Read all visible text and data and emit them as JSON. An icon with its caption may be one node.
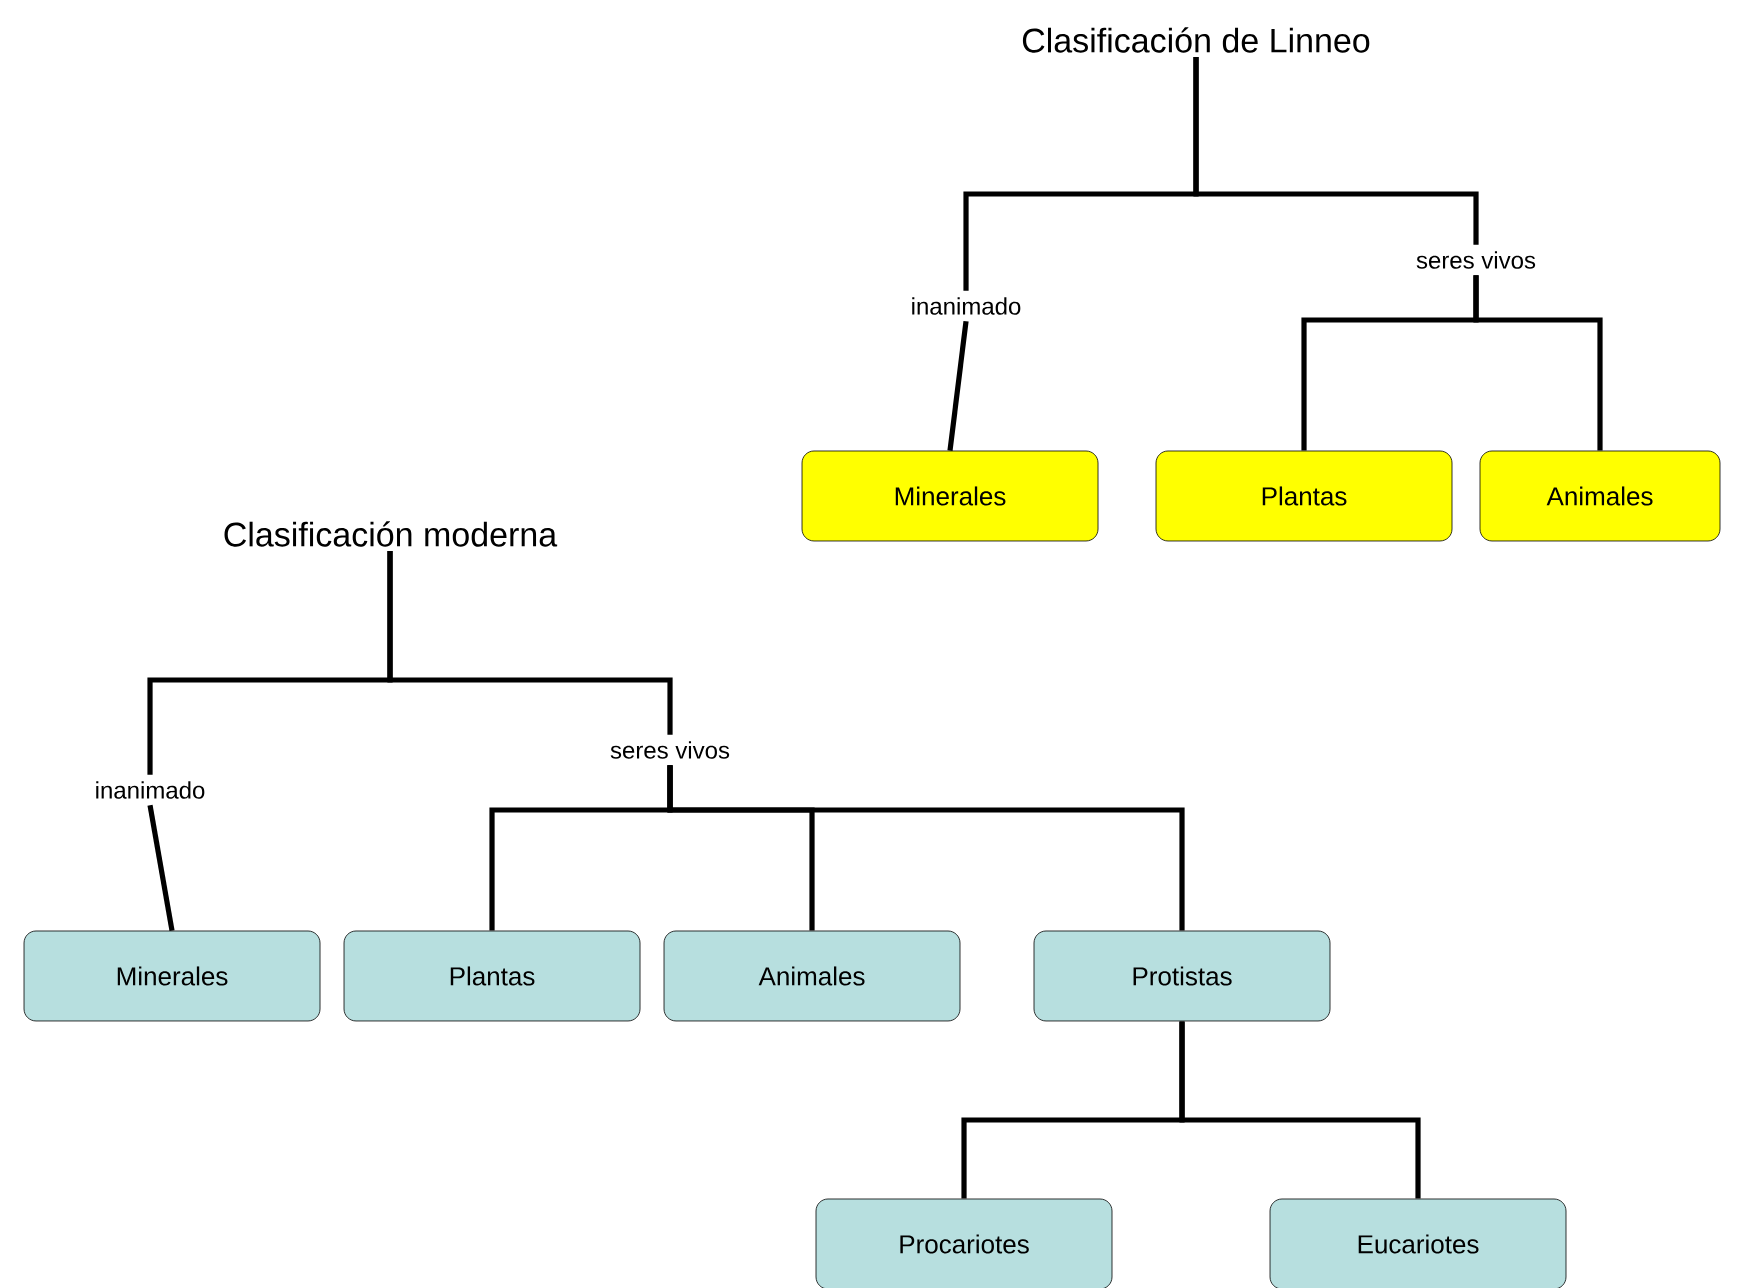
{
  "diagram": {
    "nodes": [
      {
        "text": [
          "Clasificación de Linneo"
        ]
      },
      {
        "text": [
          "inanimado"
        ]
      },
      {
        "text": [
          "seres vivos"
        ]
      },
      {
        "text": [
          "Minerales"
        ]
      },
      {
        "text": [
          "Plantas"
        ]
      },
      {
        "text": [
          "Animales"
        ]
      },
      {
        "text": [
          "Clasificación moderna"
        ]
      },
      {
        "text": [
          "inanimado"
        ]
      },
      {
        "text": [
          "seres vivos"
        ]
      },
      {
        "text": [
          "Minerales"
        ]
      },
      {
        "text": [
          "Plantas"
        ]
      },
      {
        "text": [
          "Animales"
        ]
      },
      {
        "text": [
          "Protistas"
        ]
      },
      {
        "text": [
          "Procariotes"
        ]
      },
      {
        "text": [
          "Eucariotes"
        ]
      }
    ],
    "edges": [
      {
        "from": 0,
        "to": 1,
        "arrow": "none"
      },
      {
        "from": 0,
        "to": 2,
        "arrow": "none"
      },
      {
        "from": 1,
        "to": 3,
        "arrow": "none"
      },
      {
        "from": 2,
        "to": 4,
        "arrow": "none"
      },
      {
        "from": 2,
        "to": 5,
        "arrow": "none"
      },
      {
        "from": 6,
        "to": 7,
        "arrow": "none"
      },
      {
        "from": 6,
        "to": 8,
        "arrow": "none"
      },
      {
        "from": 7,
        "to": 9,
        "arrow": "none"
      },
      {
        "from": 8,
        "to": 10,
        "arrow": "none"
      },
      {
        "from": 8,
        "to": 11,
        "arrow": "none"
      },
      {
        "from": 8,
        "to": 12,
        "arrow": "none"
      },
      {
        "from": 12,
        "to": 13,
        "arrow": "none"
      },
      {
        "from": 12,
        "to": 14,
        "arrow": "none"
      }
    ]
  }
}
